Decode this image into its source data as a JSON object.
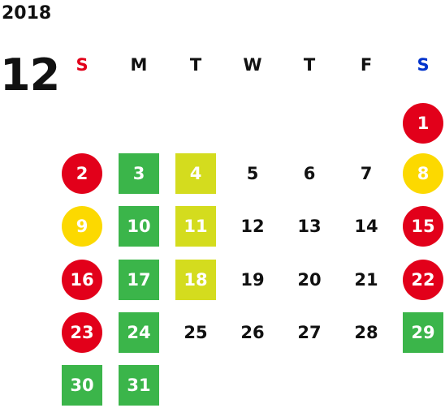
{
  "calendar": {
    "year": "2018",
    "month": "12",
    "weekdays": [
      {
        "label": "S",
        "color": "#e2001a"
      },
      {
        "label": "M",
        "color": "#111111"
      },
      {
        "label": "T",
        "color": "#111111"
      },
      {
        "label": "W",
        "color": "#111111"
      },
      {
        "label": "T",
        "color": "#111111"
      },
      {
        "label": "F",
        "color": "#111111"
      },
      {
        "label": "S",
        "color": "#0033cc"
      }
    ],
    "colors": {
      "red": "#e2001a",
      "yellow": "#fcd900",
      "green": "#3bb54a",
      "lime": "#d4dc1e"
    },
    "weeks": [
      [
        null,
        null,
        null,
        null,
        null,
        null,
        {
          "day": "1",
          "style": "red"
        }
      ],
      [
        {
          "day": "2",
          "style": "red"
        },
        {
          "day": "3",
          "style": "green"
        },
        {
          "day": "4",
          "style": "lime"
        },
        {
          "day": "5",
          "style": "plain"
        },
        {
          "day": "6",
          "style": "plain"
        },
        {
          "day": "7",
          "style": "plain"
        },
        {
          "day": "8",
          "style": "yellow"
        }
      ],
      [
        {
          "day": "9",
          "style": "yellow"
        },
        {
          "day": "10",
          "style": "green"
        },
        {
          "day": "11",
          "style": "lime"
        },
        {
          "day": "12",
          "style": "plain"
        },
        {
          "day": "13",
          "style": "plain"
        },
        {
          "day": "14",
          "style": "plain"
        },
        {
          "day": "15",
          "style": "red"
        }
      ],
      [
        {
          "day": "16",
          "style": "red"
        },
        {
          "day": "17",
          "style": "green"
        },
        {
          "day": "18",
          "style": "lime"
        },
        {
          "day": "19",
          "style": "plain"
        },
        {
          "day": "20",
          "style": "plain"
        },
        {
          "day": "21",
          "style": "plain"
        },
        {
          "day": "22",
          "style": "red"
        }
      ],
      [
        {
          "day": "23",
          "style": "red"
        },
        {
          "day": "24",
          "style": "green"
        },
        {
          "day": "25",
          "style": "plain"
        },
        {
          "day": "26",
          "style": "plain"
        },
        {
          "day": "27",
          "style": "plain"
        },
        {
          "day": "28",
          "style": "plain"
        },
        {
          "day": "29",
          "style": "green"
        }
      ],
      [
        {
          "day": "30",
          "style": "green"
        },
        {
          "day": "31",
          "style": "green"
        },
        null,
        null,
        null,
        null,
        null
      ]
    ]
  }
}
